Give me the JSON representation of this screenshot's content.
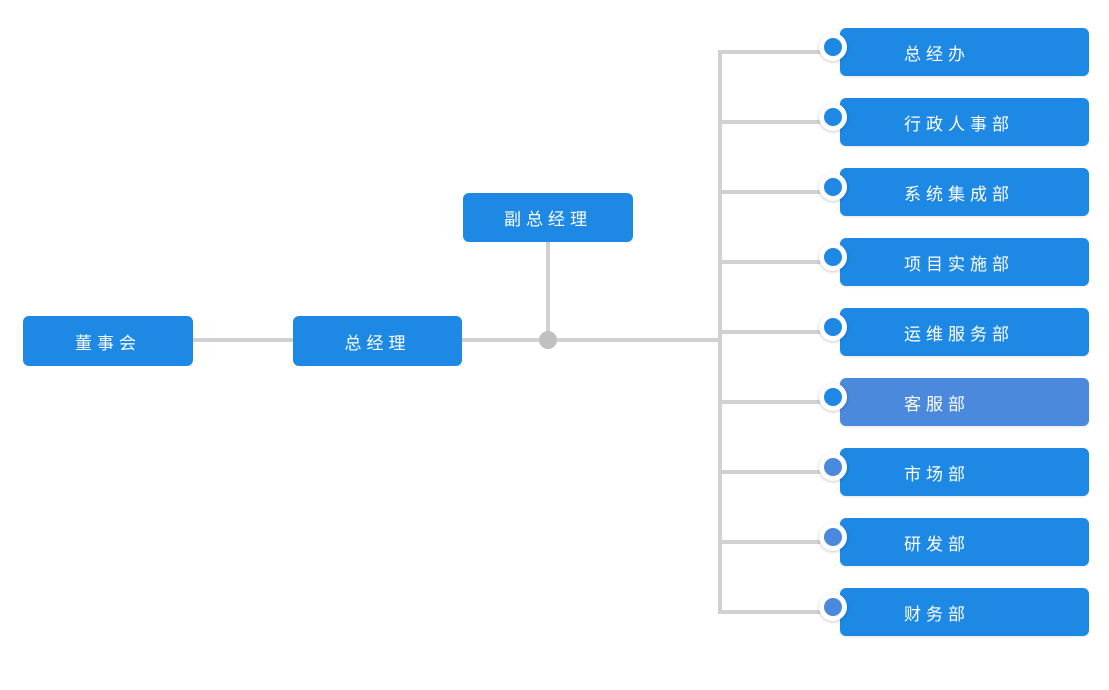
{
  "colors": {
    "primary_blue": "#1E88E5",
    "highlight_blue": "#4A89DC",
    "line_gray": "#D1D1D1",
    "junction_gray": "#C0C0C0",
    "text_color": "#FFFFFF",
    "background": "#FFFFFF"
  },
  "org_chart": {
    "board": {
      "label": "董事会"
    },
    "general_manager": {
      "label": "总经理"
    },
    "deputy_general_manager": {
      "label": "副总经理"
    },
    "departments": [
      {
        "label": "总经办",
        "box_variant": "primary",
        "bullet_variant": "primary"
      },
      {
        "label": "行政人事部",
        "box_variant": "primary",
        "bullet_variant": "primary"
      },
      {
        "label": "系统集成部",
        "box_variant": "primary",
        "bullet_variant": "primary"
      },
      {
        "label": "项目实施部",
        "box_variant": "primary",
        "bullet_variant": "primary"
      },
      {
        "label": "运维服务部",
        "box_variant": "primary",
        "bullet_variant": "primary"
      },
      {
        "label": "客服部",
        "box_variant": "highlight",
        "bullet_variant": "primary"
      },
      {
        "label": "市场部",
        "box_variant": "primary",
        "bullet_variant": "highlight"
      },
      {
        "label": "研发部",
        "box_variant": "primary",
        "bullet_variant": "highlight"
      },
      {
        "label": "财务部",
        "box_variant": "primary",
        "bullet_variant": "highlight"
      }
    ]
  }
}
